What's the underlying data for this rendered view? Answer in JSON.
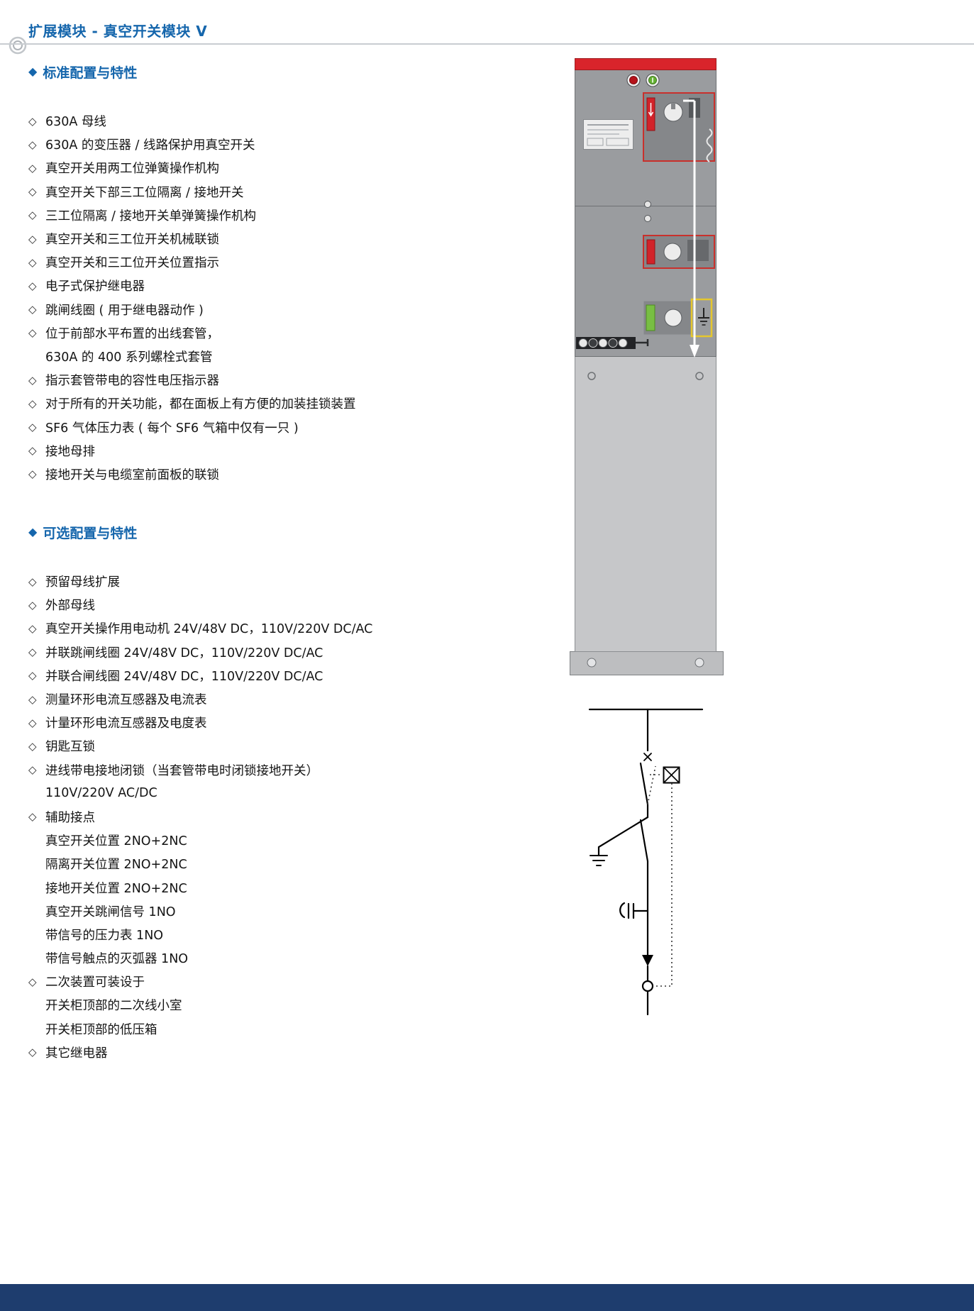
{
  "icons": {
    "section_marker": "◆",
    "item_bullet": "◇"
  },
  "colors": {
    "accent_blue": "#1566ac",
    "footer_navy": "#1e3d6e",
    "cabinet_red": "#d9242b"
  },
  "page": {
    "title": "扩展模块 - 真空开关模块 V"
  },
  "standard": {
    "heading": "标准配置与特性",
    "items": [
      {
        "t": "630A 母线"
      },
      {
        "t": "630A 的变压器 / 线路保护用真空开关"
      },
      {
        "t": "真空开关用两工位弹簧操作机构"
      },
      {
        "t": "真空开关下部三工位隔离 / 接地开关"
      },
      {
        "t": "三工位隔离 / 接地开关单弹簧操作机构"
      },
      {
        "t": "真空开关和三工位开关机械联锁"
      },
      {
        "t": "真空开关和三工位开关位置指示"
      },
      {
        "t": "电子式保护继电器"
      },
      {
        "t": "跳闸线圈 ( 用于继电器动作 )"
      },
      {
        "t": "位于前部水平布置的出线套管，"
      },
      {
        "t": "630A 的 400 系列螺栓式套管",
        "cont": true
      },
      {
        "t": "指示套管带电的容性电压指示器"
      },
      {
        "t": "对于所有的开关功能，都在面板上有方便的加装挂锁装置"
      },
      {
        "t": "SF6 气体压力表 ( 每个 SF6 气箱中仅有一只 )"
      },
      {
        "t": "接地母排"
      },
      {
        "t": "接地开关与电缆室前面板的联锁"
      }
    ]
  },
  "optional": {
    "heading": "可选配置与特性",
    "items": [
      {
        "t": "预留母线扩展"
      },
      {
        "t": "外部母线"
      },
      {
        "t": "真空开关操作用电动机 24V/48V DC，110V/220V DC/AC"
      },
      {
        "t": "并联跳闸线圈 24V/48V DC，110V/220V DC/AC"
      },
      {
        "t": "并联合闸线圈 24V/48V DC，110V/220V DC/AC"
      },
      {
        "t": "测量环形电流互感器及电流表"
      },
      {
        "t": "计量环形电流互感器及电度表"
      },
      {
        "t": "钥匙互锁"
      },
      {
        "t": "进线带电接地闭锁（当套管带电时闭锁接地开关）"
      },
      {
        "t": "110V/220V AC/DC",
        "cont": true
      },
      {
        "t": "辅助接点"
      },
      {
        "t": "真空开关位置 2NO+2NC",
        "cont": true
      },
      {
        "t": "隔离开关位置 2NO+2NC",
        "cont": true
      },
      {
        "t": "接地开关位置 2NO+2NC",
        "cont": true
      },
      {
        "t": "真空开关跳闸信号 1NO",
        "cont": true
      },
      {
        "t": "带信号的压力表 1NO",
        "cont": true
      },
      {
        "t": "带信号触点的灭弧器 1NO",
        "cont": true
      },
      {
        "t": "二次装置可装设于"
      },
      {
        "t": "开关柜顶部的二次线小室",
        "cont": true
      },
      {
        "t": "开关柜顶部的低压箱",
        "cont": true
      },
      {
        "t": "其它继电器"
      }
    ]
  }
}
